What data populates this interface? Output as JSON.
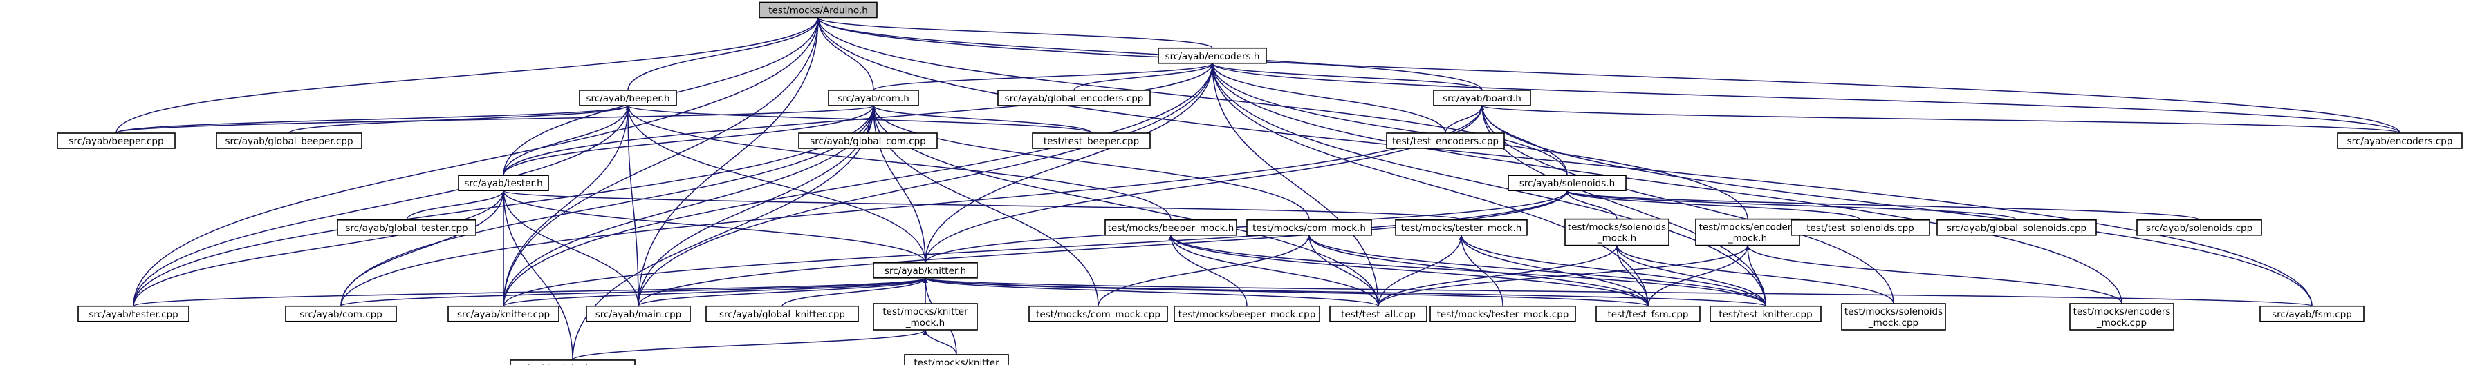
{
  "title": "test/mocks/Arduino.h",
  "colors": {
    "edge": "#191970",
    "root_fill": "#bfbfbf",
    "node_fill": "#ffffff",
    "node_border": "#000000"
  },
  "nodes": {
    "arduino_h": [
      "test/mocks/Arduino.h"
    ],
    "encoders_h": [
      "src/ayab/encoders.h"
    ],
    "beeper_h": [
      "src/ayab/beeper.h"
    ],
    "com_h": [
      "src/ayab/com.h"
    ],
    "global_encoders_cpp": [
      "src/ayab/global_encoders.cpp"
    ],
    "board_h": [
      "src/ayab/board.h"
    ],
    "beeper_cpp": [
      "src/ayab/beeper.cpp"
    ],
    "global_beeper_cpp": [
      "src/ayab/global_beeper.cpp"
    ],
    "global_com_cpp": [
      "src/ayab/global_com.cpp"
    ],
    "test_beeper_cpp": [
      "test/test_beeper.cpp"
    ],
    "test_encoders_cpp": [
      "test/test_encoders.cpp"
    ],
    "encoders_cpp": [
      "src/ayab/encoders.cpp"
    ],
    "tester_h": [
      "src/ayab/tester.h"
    ],
    "solenoids_h": [
      "src/ayab/solenoids.h"
    ],
    "global_tester_cpp": [
      "src/ayab/global_tester.cpp"
    ],
    "knitter_h": [
      "src/ayab/knitter.h"
    ],
    "beeper_mock_h": [
      "test/mocks/beeper_mock.h"
    ],
    "com_mock_h": [
      "test/mocks/com_mock.h"
    ],
    "tester_mock_h": [
      "test/mocks/tester_mock.h"
    ],
    "solenoids_mock_h": [
      "test/mocks/solenoids",
      "_mock.h"
    ],
    "encoders_mock_h": [
      "test/mocks/encoders",
      "_mock.h"
    ],
    "test_solenoids_cpp": [
      "test/test_solenoids.cpp"
    ],
    "global_solenoids_cpp": [
      "src/ayab/global_solenoids.cpp"
    ],
    "solenoids_cpp": [
      "src/ayab/solenoids.cpp"
    ],
    "tester_cpp": [
      "src/ayab/tester.cpp"
    ],
    "com_cpp": [
      "src/ayab/com.cpp"
    ],
    "knitter_cpp": [
      "src/ayab/knitter.cpp"
    ],
    "main_cpp": [
      "src/ayab/main.cpp"
    ],
    "global_knitter_cpp": [
      "src/ayab/global_knitter.cpp"
    ],
    "knitter_mock_h": [
      "test/mocks/knitter",
      "_mock.h"
    ],
    "com_mock_cpp": [
      "test/mocks/com_mock.cpp"
    ],
    "beeper_mock_cpp": [
      "test/mocks/beeper_mock.cpp"
    ],
    "test_all_cpp": [
      "test/test_all.cpp"
    ],
    "tester_mock_cpp": [
      "test/mocks/tester_mock.cpp"
    ],
    "test_fsm_cpp": [
      "test/test_fsm.cpp"
    ],
    "test_knitter_cpp": [
      "test/test_knitter.cpp"
    ],
    "solenoids_mock_cpp": [
      "test/mocks/solenoids",
      "_mock.cpp"
    ],
    "encoders_mock_cpp": [
      "test/mocks/encoders",
      "_mock.cpp"
    ],
    "fsm_cpp": [
      "src/ayab/fsm.cpp"
    ],
    "test_tester_cpp": [
      "test/test_tester.cpp"
    ],
    "knitter_mock_cpp": [
      "test/mocks/knitter",
      "_mock.cpp"
    ]
  },
  "edges": [
    [
      "arduino_h",
      "encoders_h"
    ],
    [
      "arduino_h",
      "beeper_h"
    ],
    [
      "arduino_h",
      "com_h"
    ],
    [
      "arduino_h",
      "board_h"
    ],
    [
      "arduino_h",
      "tester_h"
    ],
    [
      "arduino_h",
      "solenoids_h"
    ],
    [
      "arduino_h",
      "beeper_cpp"
    ],
    [
      "arduino_h",
      "encoders_cpp"
    ],
    [
      "arduino_h",
      "tester_cpp"
    ],
    [
      "arduino_h",
      "knitter_cpp"
    ],
    [
      "arduino_h",
      "main_cpp"
    ],
    [
      "arduino_h",
      "fsm_cpp"
    ],
    [
      "encoders_h",
      "com_h"
    ],
    [
      "encoders_h",
      "global_encoders_cpp"
    ],
    [
      "encoders_h",
      "board_h"
    ],
    [
      "encoders_h",
      "tester_h"
    ],
    [
      "encoders_h",
      "knitter_h"
    ],
    [
      "encoders_h",
      "test_encoders_cpp"
    ],
    [
      "encoders_h",
      "encoders_cpp"
    ],
    [
      "encoders_h",
      "encoders_mock_h"
    ],
    [
      "encoders_h",
      "knitter_cpp"
    ],
    [
      "encoders_h",
      "main_cpp"
    ],
    [
      "encoders_h",
      "test_all_cpp"
    ],
    [
      "encoders_h",
      "test_fsm_cpp"
    ],
    [
      "encoders_h",
      "test_knitter_cpp"
    ],
    [
      "encoders_h",
      "encoders_mock_cpp"
    ],
    [
      "beeper_h",
      "beeper_cpp"
    ],
    [
      "beeper_h",
      "global_beeper_cpp"
    ],
    [
      "beeper_h",
      "tester_h"
    ],
    [
      "beeper_h",
      "knitter_h"
    ],
    [
      "beeper_h",
      "beeper_mock_h"
    ],
    [
      "beeper_h",
      "test_beeper_cpp"
    ],
    [
      "beeper_h",
      "tester_cpp"
    ],
    [
      "beeper_h",
      "knitter_cpp"
    ],
    [
      "beeper_h",
      "main_cpp"
    ],
    [
      "com_h",
      "global_com_cpp"
    ],
    [
      "com_h",
      "test_beeper_cpp"
    ],
    [
      "com_h",
      "tester_h"
    ],
    [
      "com_h",
      "knitter_h"
    ],
    [
      "com_h",
      "com_mock_h"
    ],
    [
      "com_h",
      "tester_cpp"
    ],
    [
      "com_h",
      "com_cpp"
    ],
    [
      "com_h",
      "knitter_cpp"
    ],
    [
      "com_h",
      "main_cpp"
    ],
    [
      "com_h",
      "test_all_cpp"
    ],
    [
      "com_h",
      "test_tester_cpp"
    ],
    [
      "com_h",
      "com_mock_cpp"
    ],
    [
      "com_h",
      "beeper_cpp"
    ],
    [
      "board_h",
      "test_encoders_cpp"
    ],
    [
      "board_h",
      "encoders_cpp"
    ],
    [
      "board_h",
      "solenoids_h"
    ],
    [
      "board_h",
      "knitter_h"
    ],
    [
      "board_h",
      "fsm_cpp"
    ],
    [
      "board_h",
      "test_knitter_cpp"
    ],
    [
      "board_h",
      "solenoids_mock_cpp"
    ],
    [
      "board_h",
      "com_cpp"
    ],
    [
      "tester_h",
      "global_tester_cpp"
    ],
    [
      "tester_h",
      "knitter_h"
    ],
    [
      "tester_h",
      "tester_mock_h"
    ],
    [
      "tester_h",
      "tester_cpp"
    ],
    [
      "tester_h",
      "com_cpp"
    ],
    [
      "tester_h",
      "knitter_cpp"
    ],
    [
      "tester_h",
      "main_cpp"
    ],
    [
      "tester_h",
      "test_tester_cpp"
    ],
    [
      "solenoids_h",
      "knitter_h"
    ],
    [
      "solenoids_h",
      "solenoids_mock_h"
    ],
    [
      "solenoids_h",
      "test_solenoids_cpp"
    ],
    [
      "solenoids_h",
      "global_solenoids_cpp"
    ],
    [
      "solenoids_h",
      "solenoids_cpp"
    ],
    [
      "solenoids_h",
      "main_cpp"
    ],
    [
      "solenoids_h",
      "knitter_cpp"
    ],
    [
      "knitter_h",
      "tester_cpp"
    ],
    [
      "knitter_h",
      "com_cpp"
    ],
    [
      "knitter_h",
      "knitter_cpp"
    ],
    [
      "knitter_h",
      "main_cpp"
    ],
    [
      "knitter_h",
      "global_knitter_cpp"
    ],
    [
      "knitter_h",
      "knitter_mock_h"
    ],
    [
      "knitter_h",
      "test_all_cpp"
    ],
    [
      "knitter_h",
      "test_fsm_cpp"
    ],
    [
      "knitter_h",
      "test_knitter_cpp"
    ],
    [
      "knitter_h",
      "fsm_cpp"
    ],
    [
      "knitter_h",
      "knitter_mock_cpp"
    ],
    [
      "beeper_mock_h",
      "beeper_mock_cpp"
    ],
    [
      "beeper_mock_h",
      "test_all_cpp"
    ],
    [
      "beeper_mock_h",
      "test_fsm_cpp"
    ],
    [
      "beeper_mock_h",
      "test_knitter_cpp"
    ],
    [
      "com_mock_h",
      "com_mock_cpp"
    ],
    [
      "com_mock_h",
      "test_all_cpp"
    ],
    [
      "com_mock_h",
      "test_fsm_cpp"
    ],
    [
      "com_mock_h",
      "test_knitter_cpp"
    ],
    [
      "tester_mock_h",
      "test_all_cpp"
    ],
    [
      "tester_mock_h",
      "tester_mock_cpp"
    ],
    [
      "tester_mock_h",
      "test_fsm_cpp"
    ],
    [
      "tester_mock_h",
      "test_knitter_cpp"
    ],
    [
      "solenoids_mock_h",
      "test_all_cpp"
    ],
    [
      "solenoids_mock_h",
      "test_fsm_cpp"
    ],
    [
      "solenoids_mock_h",
      "test_knitter_cpp"
    ],
    [
      "solenoids_mock_h",
      "solenoids_mock_cpp"
    ],
    [
      "encoders_mock_h",
      "test_all_cpp"
    ],
    [
      "encoders_mock_h",
      "test_fsm_cpp"
    ],
    [
      "encoders_mock_h",
      "test_knitter_cpp"
    ],
    [
      "encoders_mock_h",
      "encoders_mock_cpp"
    ],
    [
      "knitter_mock_h",
      "test_tester_cpp"
    ],
    [
      "knitter_mock_h",
      "knitter_mock_cpp"
    ]
  ]
}
